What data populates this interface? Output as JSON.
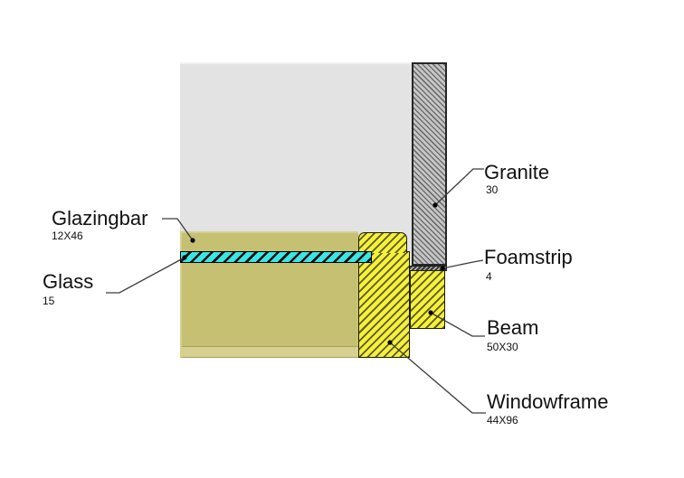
{
  "drawing": {
    "type": "construction-detail-section",
    "callouts": [
      {
        "label": "Glazingbar",
        "dimension": "12X46"
      },
      {
        "label": "Glass",
        "dimension": "15"
      },
      {
        "label": "Granite",
        "dimension": "30"
      },
      {
        "label": "Foamstrip",
        "dimension": "4"
      },
      {
        "label": "Beam",
        "dimension": "50X30"
      },
      {
        "label": "Windowframe",
        "dimension": "44X96"
      }
    ],
    "colors": {
      "wall_fill": "#e3e3e3",
      "wall_edge": "#f1f1f1",
      "granite_fill": "#c7c7c7",
      "granite_hatch": "#6f6f6f",
      "granite_border": "#262626",
      "wood_fill": "#f4f03c",
      "wood_hatch": "#5c591c",
      "wood_border": "#1f1d00",
      "glass_fill": "#3de4e6",
      "glass_hatch": "#101010",
      "frame_olive": "#c6c073",
      "frame_olive_light": "#d6d091",
      "frame_olive_line": "#a8a258",
      "foam_fill": "#3d3d3d",
      "foam_hatch": "#bdbdbd",
      "leader": "#3c3c3c",
      "text": "#111111"
    }
  }
}
